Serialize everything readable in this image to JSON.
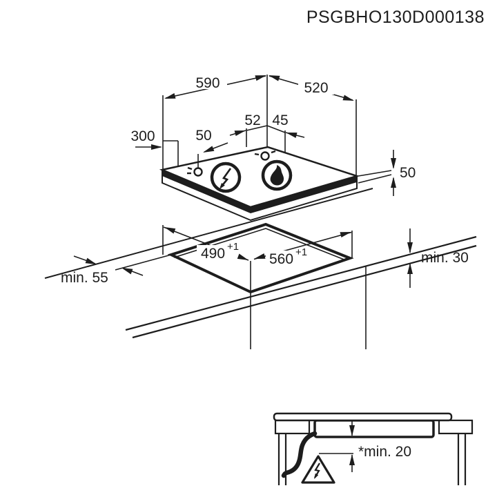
{
  "title": "PSGBHO130D000138",
  "colors": {
    "line": "#1d1d1d",
    "background": "#ffffff"
  },
  "top_view": {
    "width": "590",
    "depth": "520",
    "burner_left_offset": "52",
    "burner_right_offset": "45",
    "side_offset": "300",
    "control_offset": "50",
    "hob_thickness": "50"
  },
  "cutout_view": {
    "depth": "490",
    "depth_tolerance": "+1",
    "width": "560",
    "width_tolerance": "+1",
    "front_clearance": "min. 55",
    "worktop_thickness": "min. 30"
  },
  "section_view": {
    "clearance_below": "*min. 20"
  },
  "icons": {
    "electric_burner": "lightning-bolt-in-circle",
    "gas_burner": "flame-in-circle",
    "hazard": "high-voltage-warning-triangle"
  }
}
